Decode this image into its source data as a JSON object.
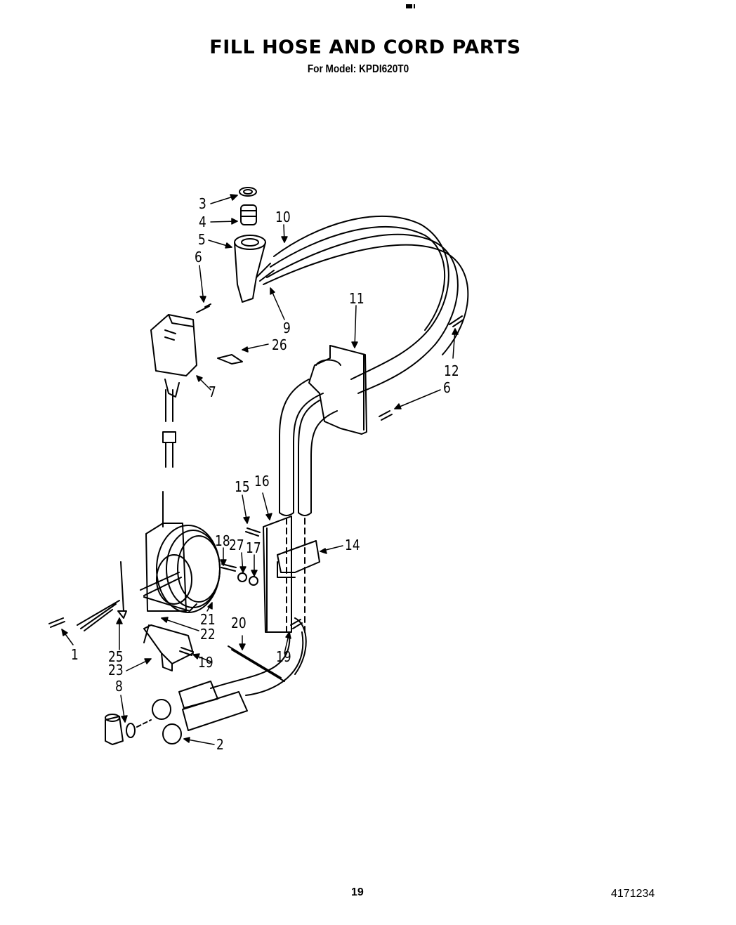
{
  "header": {
    "title": "FILL HOSE AND CORD PARTS",
    "subtitle": "For Model: KPDI620T0"
  },
  "diagram": {
    "callouts": [
      {
        "id": "3",
        "label": "3"
      },
      {
        "id": "4",
        "label": "4"
      },
      {
        "id": "5",
        "label": "5"
      },
      {
        "id": "6a",
        "label": "6"
      },
      {
        "id": "10",
        "label": "10"
      },
      {
        "id": "9",
        "label": "9"
      },
      {
        "id": "26",
        "label": "26"
      },
      {
        "id": "7",
        "label": "7"
      },
      {
        "id": "11",
        "label": "11"
      },
      {
        "id": "12",
        "label": "12"
      },
      {
        "id": "6b",
        "label": "6"
      },
      {
        "id": "15",
        "label": "15"
      },
      {
        "id": "16",
        "label": "16"
      },
      {
        "id": "14",
        "label": "14"
      },
      {
        "id": "18",
        "label": "18"
      },
      {
        "id": "27",
        "label": "27"
      },
      {
        "id": "17",
        "label": "17"
      },
      {
        "id": "21",
        "label": "21"
      },
      {
        "id": "22",
        "label": "22"
      },
      {
        "id": "20",
        "label": "20"
      },
      {
        "id": "19a",
        "label": "19"
      },
      {
        "id": "19b",
        "label": "19"
      },
      {
        "id": "1",
        "label": "1"
      },
      {
        "id": "25",
        "label": "25"
      },
      {
        "id": "23",
        "label": "23"
      },
      {
        "id": "8",
        "label": "8"
      },
      {
        "id": "2",
        "label": "2"
      }
    ]
  },
  "footer": {
    "page_number": "19",
    "document_number": "4171234"
  }
}
